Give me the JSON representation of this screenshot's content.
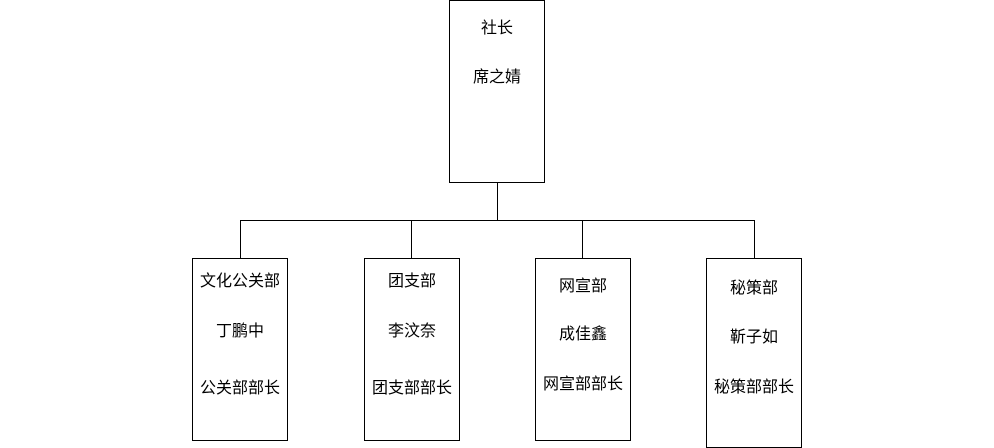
{
  "org_chart": {
    "root": {
      "title": "社长",
      "name": "席之婧"
    },
    "children": [
      {
        "dept": "文化公关部",
        "name": "丁鹏中",
        "role": "公关部部长"
      },
      {
        "dept": "团支部",
        "name": "李汶奈",
        "role": "团支部部长"
      },
      {
        "dept": "网宣部",
        "name": "成佳鑫",
        "role": "网宣部部长"
      },
      {
        "dept": "秘策部",
        "name": "靳子如",
        "role": "秘策部部长"
      }
    ]
  },
  "colors": {
    "line": "#000000",
    "background": "#ffffff",
    "text": "#000000"
  }
}
